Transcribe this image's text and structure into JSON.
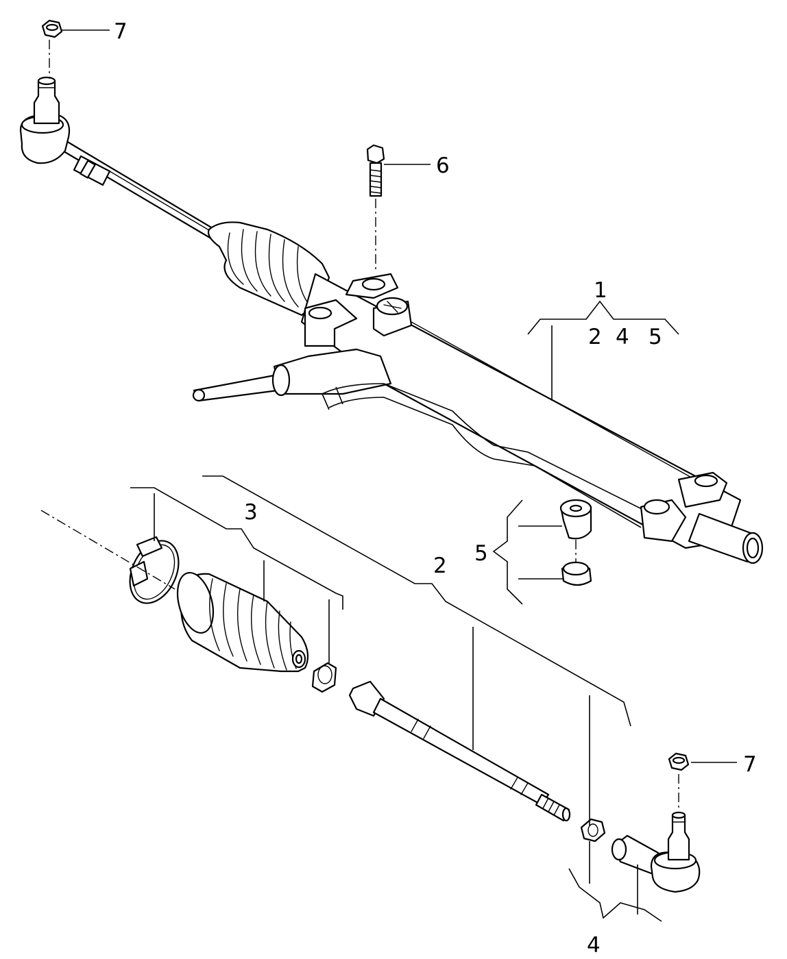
{
  "callouts": {
    "c1": "1",
    "c1_sub_2": "2",
    "c1_sub_4": "4",
    "c1_sub_5": "5",
    "c2": "2",
    "c3": "3",
    "c4": "4",
    "c5": "5",
    "c6": "6",
    "c7_top": "7",
    "c7_bottom": "7"
  },
  "colors": {
    "line": "#000000",
    "background": "#ffffff"
  }
}
